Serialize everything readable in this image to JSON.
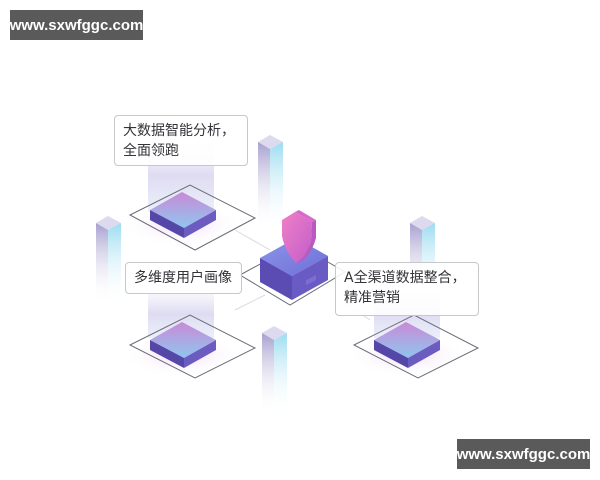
{
  "watermarks": {
    "top_left": "www.sxwfggc.com",
    "bottom_right": "www.sxwfggc.com"
  },
  "illustration": {
    "central_icon": "shield-server-icon",
    "labels": [
      {
        "id": "bigdata",
        "line1": "大数据智能分析，",
        "line2": "全面领跑"
      },
      {
        "id": "profile",
        "line1": "多维度用户画像"
      },
      {
        "id": "omni",
        "line1": "A全渠道数据整合，",
        "line2": "精准营销"
      }
    ],
    "colors": {
      "platform_top_pink": "#c98ad6",
      "platform_top_blue": "#8fc6ef",
      "platform_side": "#5b4fb0",
      "shield_pink": "#e86fc0",
      "pillar_left": "#b7b0d4",
      "pillar_right": "#a6def0",
      "outline": "#666677"
    }
  }
}
